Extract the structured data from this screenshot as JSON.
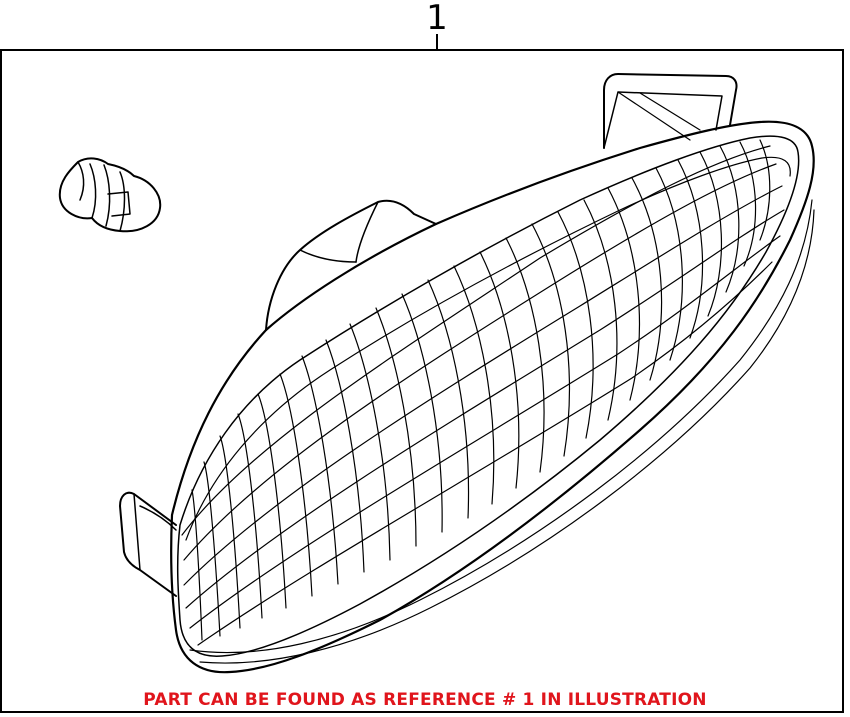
{
  "diagram": {
    "reference_number": "1",
    "caption": "PART CAN BE FOUND AS REFERENCE # 1 IN ILLUSTRATION",
    "caption_color": "#e0151c",
    "line_color": "#000000",
    "parts": [
      {
        "name": "side marker lamp lens assembly",
        "icon": "lamp-icon"
      },
      {
        "name": "bulb",
        "icon": "bulb-icon"
      }
    ]
  }
}
